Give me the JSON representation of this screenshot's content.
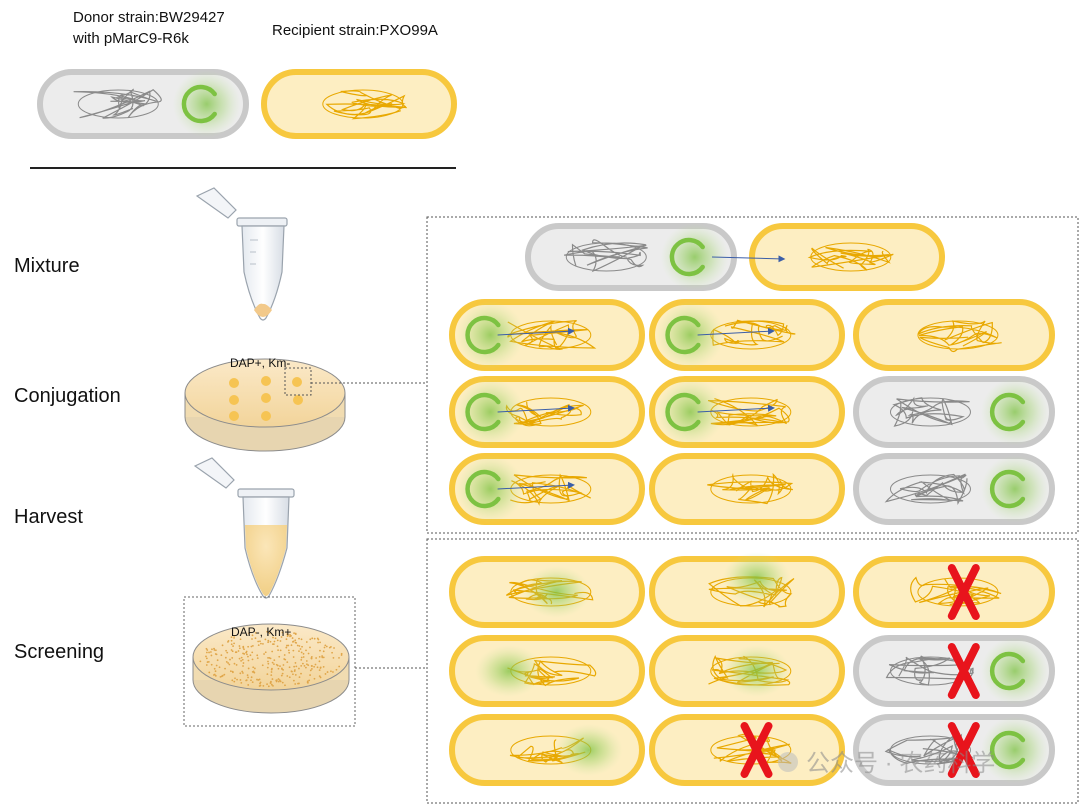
{
  "header": {
    "donor_line1": "Donor strain:BW29427",
    "donor_line2": "with pMarC9-R6k",
    "recipient_label": "Recipient  strain:PXO99A"
  },
  "steps": [
    {
      "label": "Mixture"
    },
    {
      "label": "Conjugation",
      "plate_label": "DAP+, Km-"
    },
    {
      "label": "Harvest"
    },
    {
      "label": "Screening",
      "plate_label": "DAP-, Km+"
    }
  ],
  "watermark": "公众号 · 农药科学",
  "colors": {
    "recipient_fill": "#fdeec2",
    "recipient_border": "#f7c83e",
    "donor_fill": "#ececec",
    "donor_border": "#c9c9c9",
    "plasmid": "#7dc242",
    "dna_recipient": "#e8a800",
    "dna_donor": "#8a8a8a",
    "arrow": "#3b5ea8",
    "cross": "#e8141c"
  },
  "mixture_panel": {
    "cells": [
      {
        "type": "donor",
        "plasmid": true
      },
      {
        "type": "recipient",
        "plasmid": false
      }
    ]
  },
  "conjugation_panel": {
    "rows": [
      [
        {
          "type": "recipient",
          "plasmid": true,
          "arrow": true
        },
        {
          "type": "recipient",
          "plasmid": true,
          "arrow": true
        },
        {
          "type": "recipient",
          "plasmid": false
        }
      ],
      [
        {
          "type": "recipient",
          "plasmid": true,
          "arrow": true
        },
        {
          "type": "recipient",
          "plasmid": true,
          "arrow": true
        },
        {
          "type": "donor",
          "plasmid": true
        }
      ],
      [
        {
          "type": "recipient",
          "plasmid": true,
          "arrow": true
        },
        {
          "type": "recipient",
          "plasmid": false
        },
        {
          "type": "donor",
          "plasmid": true
        }
      ]
    ]
  },
  "screening_panel": {
    "rows": [
      [
        {
          "type": "recipient",
          "glow": "center",
          "crossed": false
        },
        {
          "type": "recipient",
          "glow": "top",
          "crossed": false
        },
        {
          "type": "recipient",
          "glow": "none",
          "crossed": true
        }
      ],
      [
        {
          "type": "recipient",
          "glow": "left",
          "crossed": false
        },
        {
          "type": "recipient",
          "glow": "center",
          "crossed": false
        },
        {
          "type": "donor",
          "plasmid": true,
          "crossed": true
        }
      ],
      [
        {
          "type": "recipient",
          "glow": "right",
          "crossed": false
        },
        {
          "type": "recipient",
          "glow": "none",
          "crossed": true
        },
        {
          "type": "donor",
          "plasmid": true,
          "crossed": true
        }
      ]
    ]
  }
}
